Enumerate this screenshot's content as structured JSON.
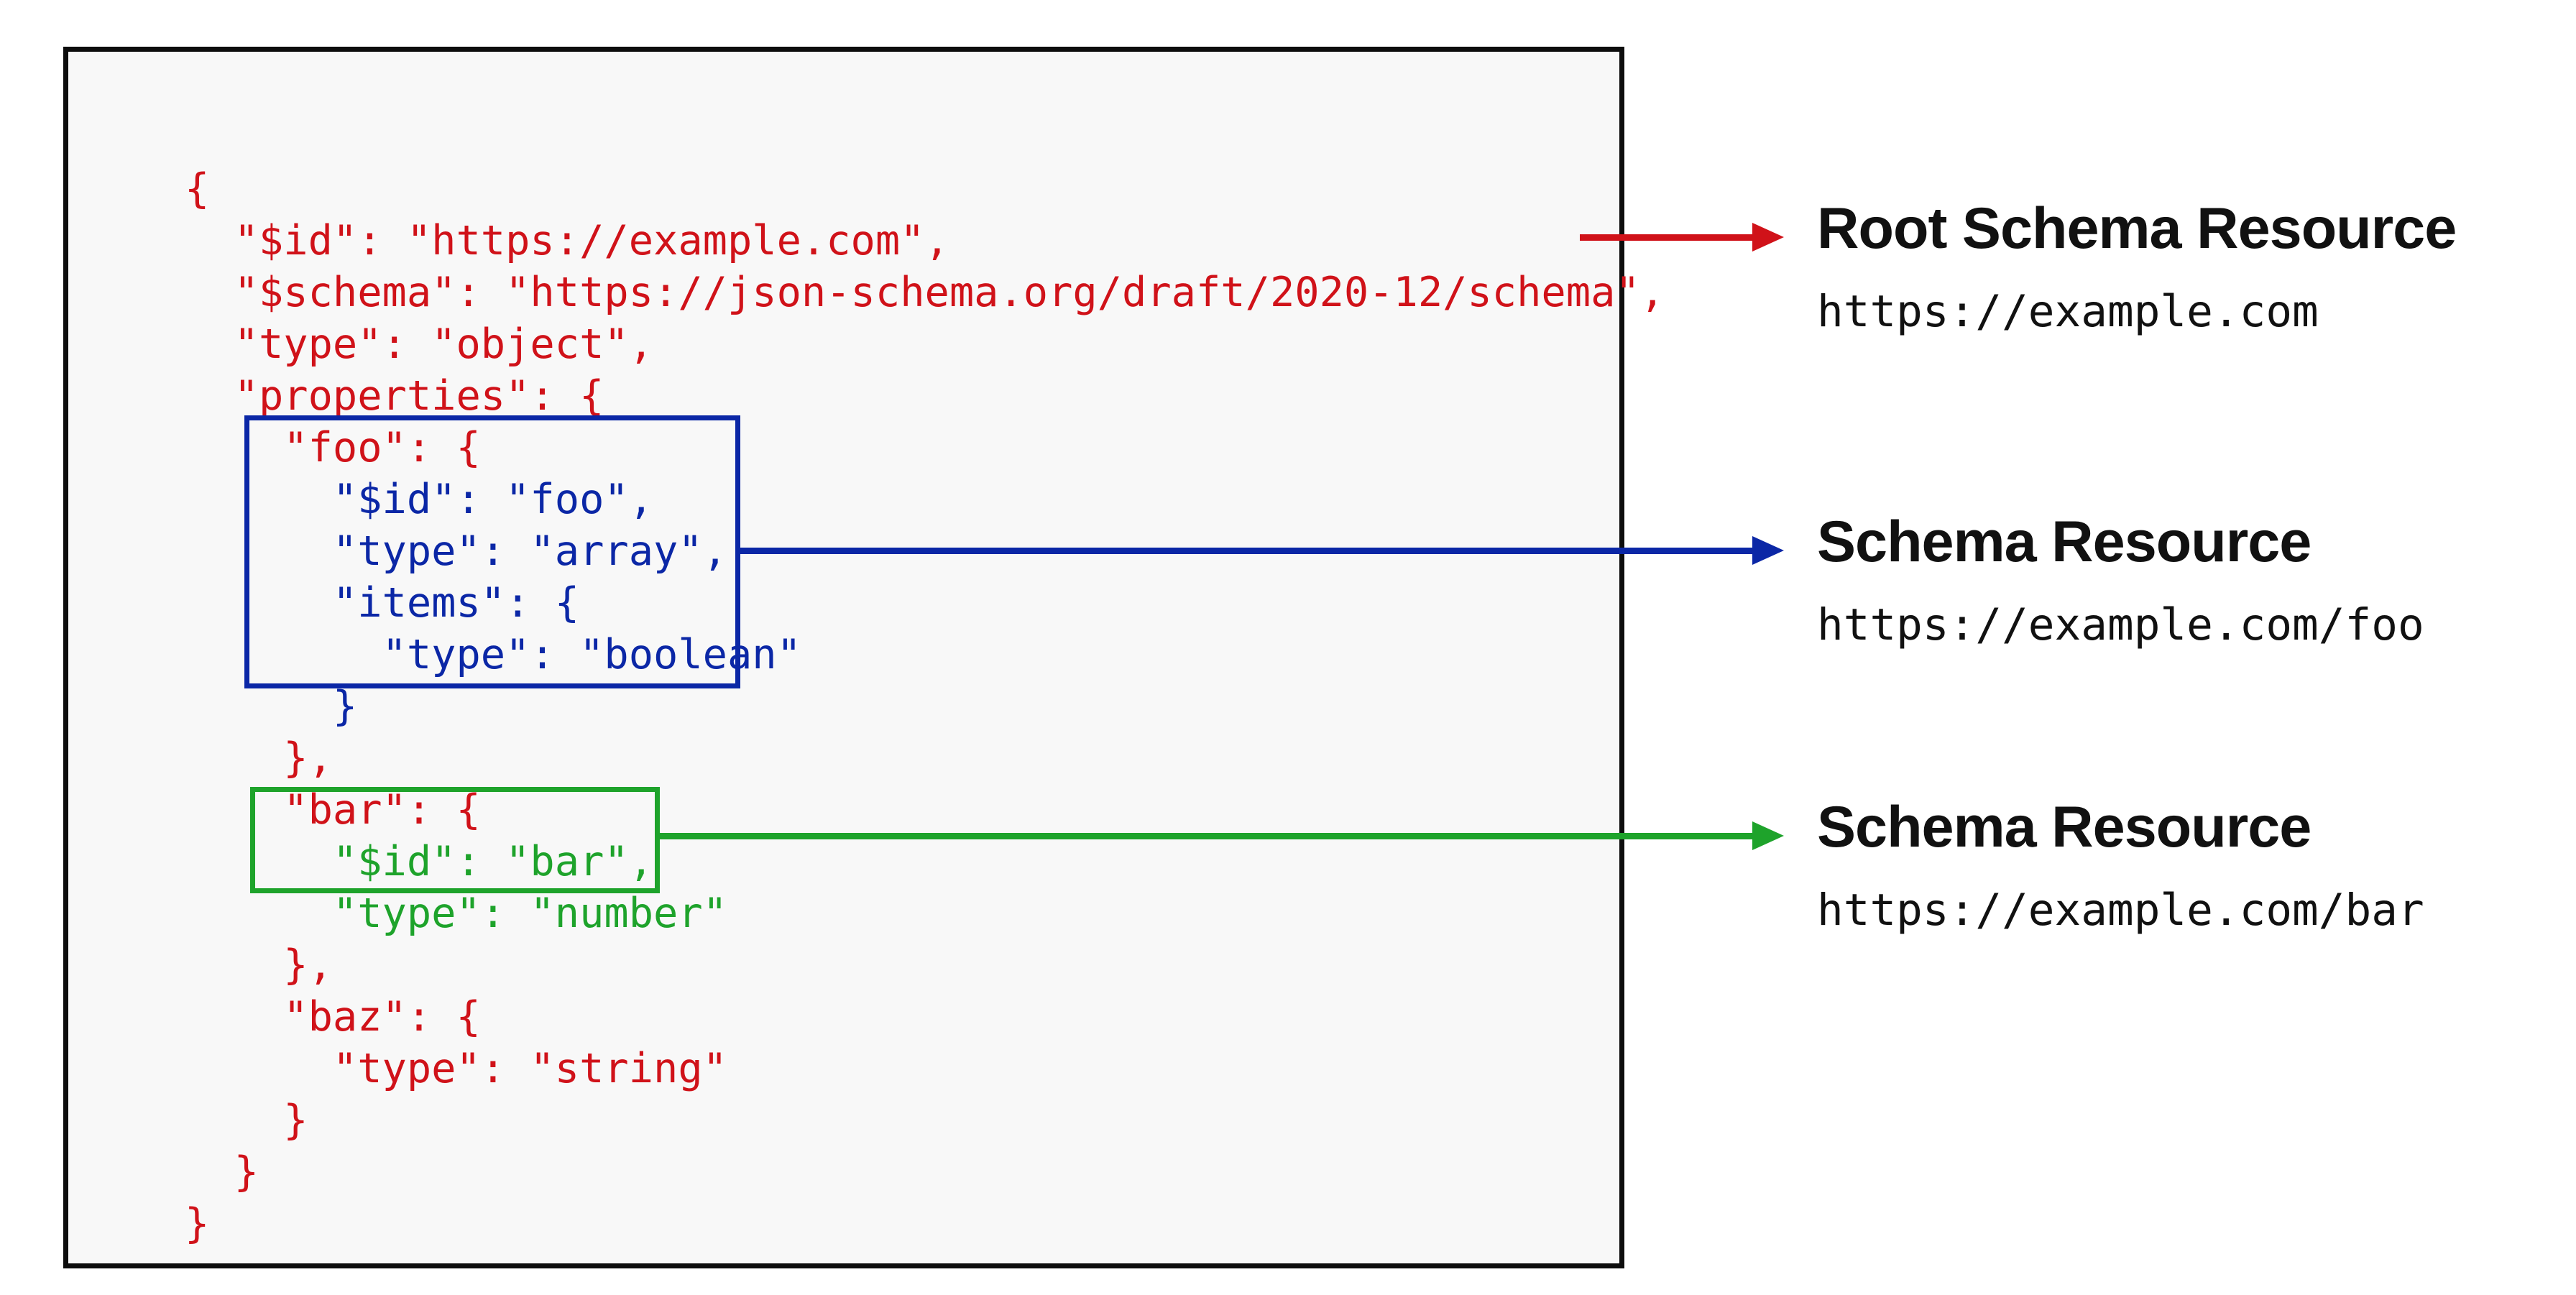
{
  "figure": {
    "background": "#ffffff",
    "panel_background": "#f8f8f8",
    "panel_border_color": "#0d0d0d"
  },
  "colors": {
    "red": "#d01219",
    "blue": "#0b27a6",
    "green": "#1ea32b",
    "text": "#111111"
  },
  "code": {
    "lines": [
      {
        "text": "{",
        "color": "red"
      },
      {
        "text": "  \"$id\": \"https://example.com\",",
        "color": "red"
      },
      {
        "text": "  \"$schema\": \"https://json-schema.org/draft/2020-12/schema\",",
        "color": "red"
      },
      {
        "text": "  \"type\": \"object\",",
        "color": "red"
      },
      {
        "text": "  \"properties\": {",
        "color": "red"
      },
      {
        "text": "    \"foo\": {",
        "color": "red"
      },
      {
        "text": "      \"$id\": \"foo\",",
        "color": "blue"
      },
      {
        "text": "      \"type\": \"array\",",
        "color": "blue"
      },
      {
        "text": "      \"items\": {",
        "color": "blue"
      },
      {
        "text": "        \"type\": \"boolean\"",
        "color": "blue"
      },
      {
        "text": "      }",
        "color": "blue"
      },
      {
        "text": "    },",
        "color": "red"
      },
      {
        "text": "    \"bar\": {",
        "color": "red"
      },
      {
        "text": "      \"$id\": \"bar\",",
        "color": "green"
      },
      {
        "text": "      \"type\": \"number\"",
        "color": "green"
      },
      {
        "text": "    },",
        "color": "red"
      },
      {
        "text": "    \"baz\": {",
        "color": "red"
      },
      {
        "text": "      \"type\": \"string\"",
        "color": "red"
      },
      {
        "text": "    }",
        "color": "red"
      },
      {
        "text": "  }",
        "color": "red"
      },
      {
        "text": "}",
        "color": "red"
      }
    ]
  },
  "annotations": [
    {
      "id": "root",
      "color": "red",
      "title": "Root Schema Resource",
      "url": "https://example.com"
    },
    {
      "id": "foo",
      "color": "blue",
      "title": "Schema Resource",
      "url": "https://example.com/foo"
    },
    {
      "id": "bar",
      "color": "green",
      "title": "Schema Resource",
      "url": "https://example.com/bar"
    }
  ]
}
